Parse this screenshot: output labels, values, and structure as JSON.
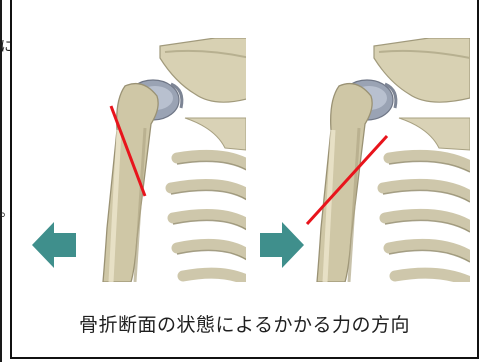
{
  "figure": {
    "caption": "骨折断面の状態によるかかる力の方向",
    "edge_text_top": "に",
    "edge_text_bottom": "。"
  },
  "colors": {
    "fracture_line": "#e8141c",
    "arrow": "#3f8f8c",
    "bone": "#cfc7a6",
    "bone_shadow": "#9a9274",
    "joint": "#9aa3b4",
    "outline": "#111111"
  },
  "panels": [
    {
      "side": "left",
      "arrow_direction": "left",
      "fracture": "vertical-oblique"
    },
    {
      "side": "right",
      "arrow_direction": "right",
      "fracture": "diagonal"
    }
  ],
  "icons": [
    "arrow-left-icon",
    "arrow-right-icon"
  ]
}
